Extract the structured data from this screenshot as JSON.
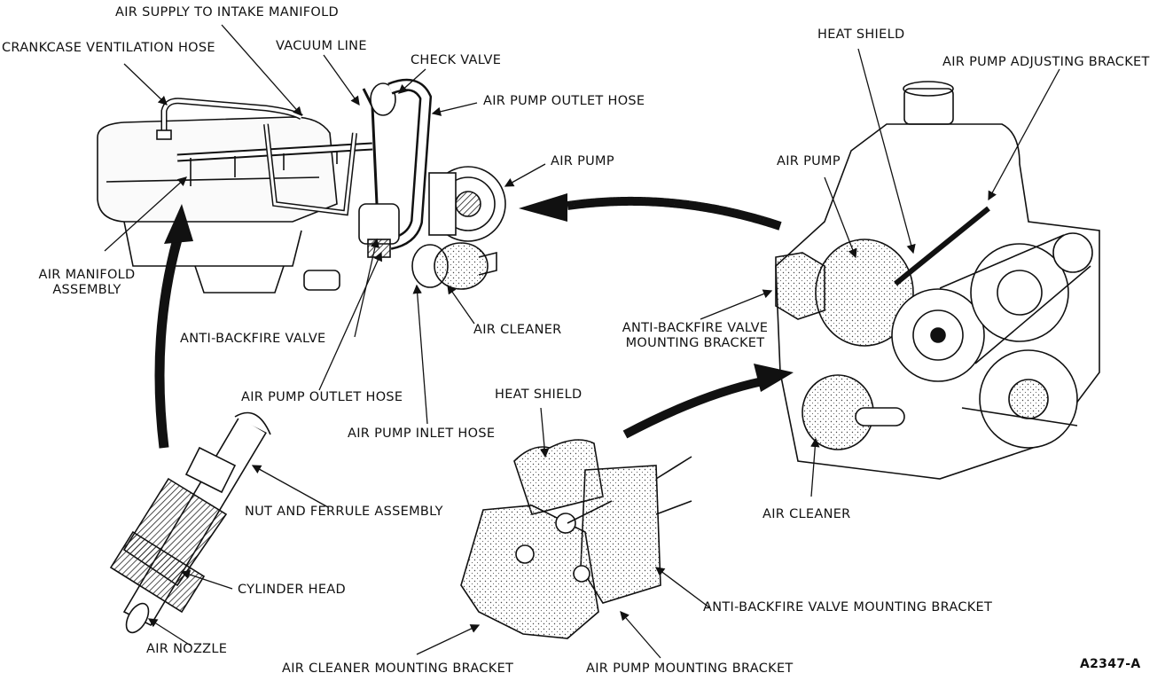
{
  "labels": {
    "air_supply": "AIR SUPPLY TO INTAKE MANIFOLD",
    "crankcase_hose": "CRANKCASE VENTILATION HOSE",
    "vacuum_line": "VACUUM LINE",
    "check_valve": "CHECK VALVE",
    "outlet_hose_top": "AIR PUMP OUTLET HOSE",
    "air_pump_left": "AIR PUMP",
    "air_manifold_1": "AIR MANIFOLD",
    "air_manifold_2": "ASSEMBLY",
    "anti_backfire_valve": "ANTI-BACKFIRE VALVE",
    "air_cleaner_left": "AIR CLEANER",
    "outlet_hose_bottom": "AIR PUMP OUTLET HOSE",
    "inlet_hose": "AIR PUMP INLET HOSE",
    "heat_shield_right": "HEAT SHIELD",
    "adjusting_bracket": "AIR PUMP ADJUSTING BRACKET",
    "air_pump_right": "AIR PUMP",
    "abv_mount_right_1": "ANTI-BACKFIRE VALVE",
    "abv_mount_right_2": "MOUNTING BRACKET",
    "air_cleaner_right": "AIR CLEANER",
    "heat_shield_center": "HEAT SHIELD",
    "nut_ferrule": "NUT AND FERRULE ASSEMBLY",
    "cylinder_head": "CYLINDER HEAD",
    "air_nozzle": "AIR NOZZLE",
    "abv_mount_bottom": "ANTI-BACKFIRE VALVE MOUNTING BRACKET",
    "air_cleaner_mount": "AIR CLEANER MOUNTING BRACKET",
    "air_pump_mount": "AIR PUMP MOUNTING BRACKET",
    "figure_id": "A2347-A"
  }
}
